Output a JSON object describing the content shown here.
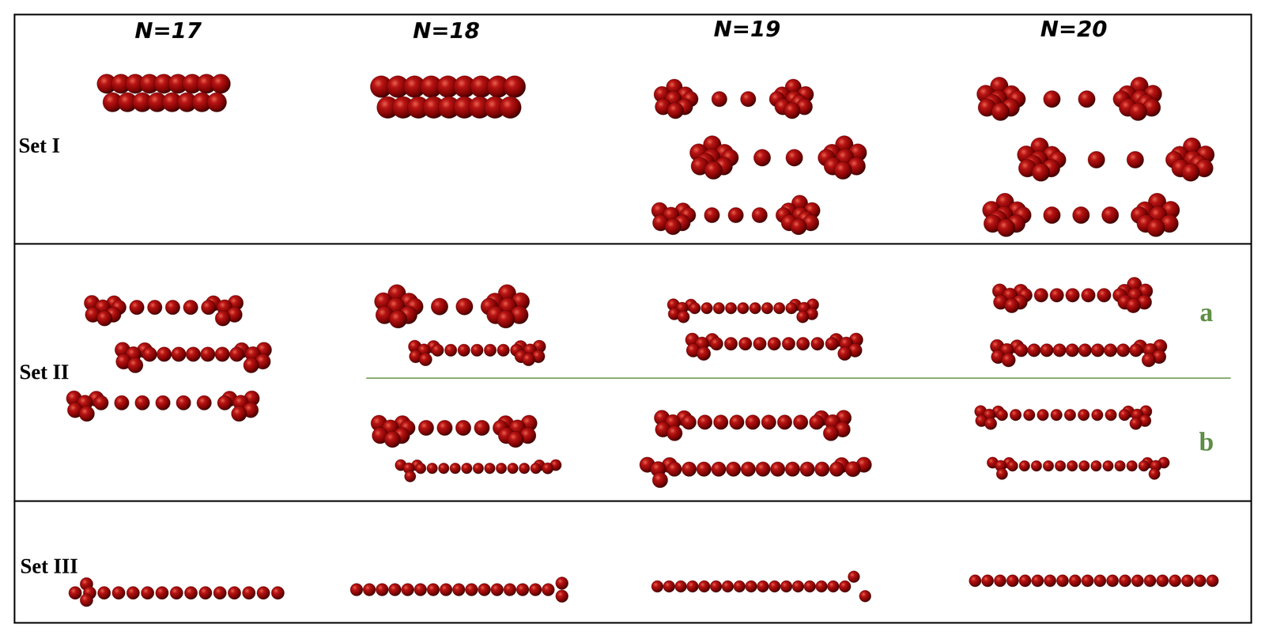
{
  "diagram": {
    "nodes": [
      {
        "text": [
          "Set I"
        ]
      },
      {
        "text": [
          "Set II"
        ]
      },
      {
        "text": [
          "Set III"
        ]
      }
    ],
    "labels": [
      "N=17",
      "N=18",
      "N=19",
      "N=20",
      "a",
      "b"
    ]
  }
}
